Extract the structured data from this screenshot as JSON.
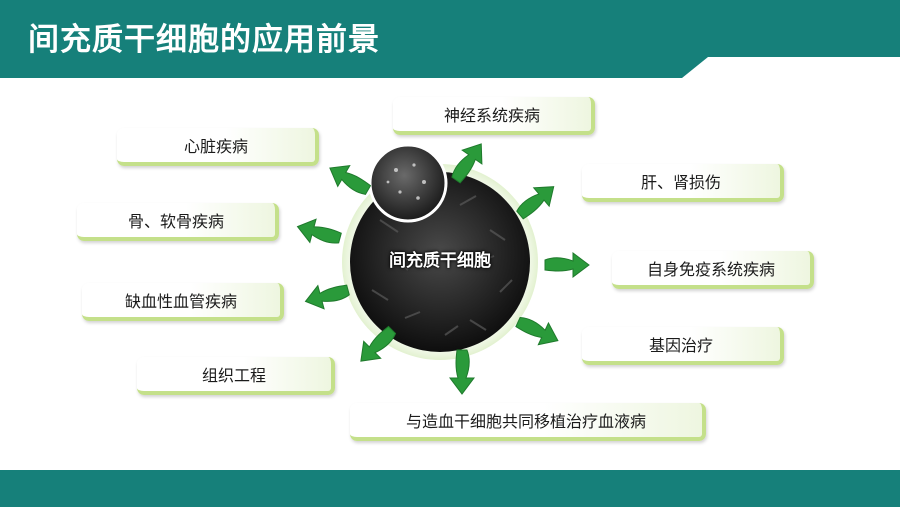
{
  "title": "间充质干细胞的应用前景",
  "center": "间充质干细胞",
  "colors": {
    "header": "#16807a",
    "arrow": "#2a9a3a",
    "box_shadow": "#c4e08a"
  },
  "applications": [
    "神经系统疾病",
    "心脏疾病",
    "肝、肾损伤",
    "骨、软骨疾病",
    "自身免疫系统疾病",
    "缺血性血管疾病",
    "基因治疗",
    "组织工程",
    "与造血干细胞共同移植治疗血液病"
  ]
}
